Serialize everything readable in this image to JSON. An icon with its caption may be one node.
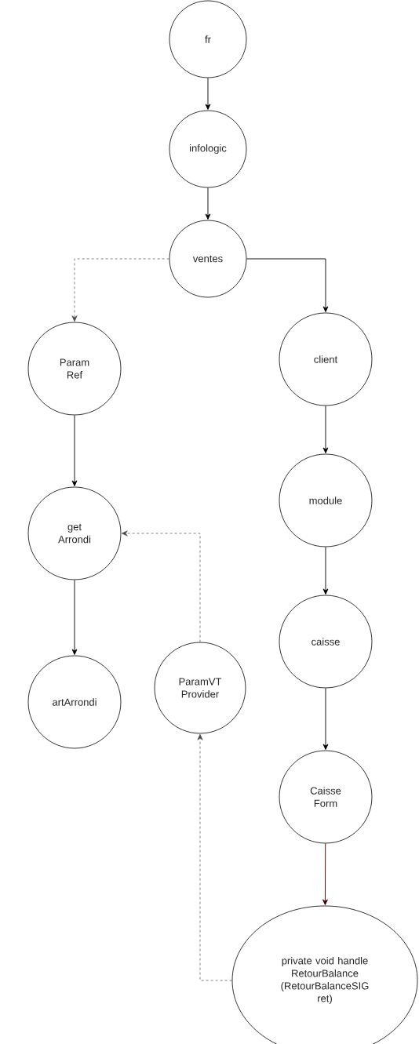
{
  "diagram": {
    "nodes": [
      {
        "text": [
          "fr"
        ]
      },
      {
        "text": [
          "infologic"
        ]
      },
      {
        "text": [
          "ventes"
        ]
      },
      {
        "text": [
          "Param Ref"
        ]
      },
      {
        "text": [
          "client"
        ]
      },
      {
        "text": [
          "get Arrondi"
        ]
      },
      {
        "text": [
          "module"
        ]
      },
      {
        "text": [
          "caisse"
        ]
      },
      {
        "text": [
          "artArrondi"
        ]
      },
      {
        "text": [
          "ParamVT Provider"
        ]
      },
      {
        "text": [
          "Caisse Form"
        ]
      },
      {
        "text": [
          "private void handle RetourBalance (RetourBalanceSIG ret)"
        ]
      }
    ],
    "edges": [
      {
        "from": 0,
        "to": 1,
        "arrow": "to"
      },
      {
        "from": 1,
        "to": 2,
        "arrow": "to"
      },
      {
        "from": 2,
        "to": 3,
        "arrow": "to",
        "style": "dashed"
      },
      {
        "from": 2,
        "to": 4,
        "arrow": "to"
      },
      {
        "from": 3,
        "to": 5,
        "arrow": "to"
      },
      {
        "from": 5,
        "to": 8,
        "arrow": "to"
      },
      {
        "from": 9,
        "to": 5,
        "arrow": "to",
        "style": "dashed"
      },
      {
        "from": 4,
        "to": 6,
        "arrow": "to"
      },
      {
        "from": 6,
        "to": 7,
        "arrow": "to"
      },
      {
        "from": 7,
        "to": 10,
        "arrow": "to"
      },
      {
        "from": 10,
        "to": 11,
        "arrow": "to",
        "color": "#330000"
      },
      {
        "from": 11,
        "to": 9,
        "arrow": "to",
        "style": "dashed"
      }
    ]
  }
}
